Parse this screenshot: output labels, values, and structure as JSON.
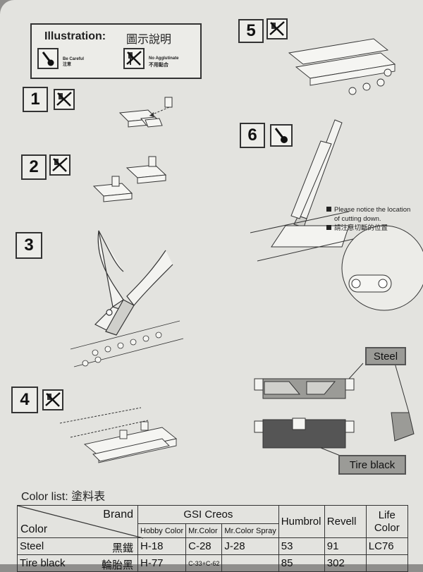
{
  "legend": {
    "title": "Illustration:",
    "title_cn": "圖示說明",
    "careful_en": "Be Careful",
    "careful_cn": "注意",
    "noglue_en": "No Agglutinate",
    "noglue_cn": "不用黏合"
  },
  "steps": [
    {
      "number": "1",
      "icon": "no-glue-icon"
    },
    {
      "number": "2",
      "icon": "no-glue-icon"
    },
    {
      "number": "3",
      "icon": ""
    },
    {
      "number": "4",
      "icon": "no-glue-icon"
    },
    {
      "number": "5",
      "icon": "no-glue-icon"
    },
    {
      "number": "6",
      "icon": "be-careful-icon"
    }
  ],
  "notice": {
    "line1": "Please notice the location",
    "line2": "of cutting down.",
    "line_cn": "請注意切斷的位置"
  },
  "callouts": {
    "steel": "Steel",
    "tire_black": "Tire black"
  },
  "color_list": {
    "title": "Color list:",
    "title_cn": "塗料表",
    "header_brand": "Brand",
    "header_color": "Color",
    "header_gsi": "GSI Creos",
    "sub_hobby": "Hobby Color",
    "sub_mrcolor": "Mr.Color",
    "sub_spray": "Mr.Color Spray",
    "header_humbrol": "Humbrol",
    "header_revell": "Revell",
    "header_life1": "Life",
    "header_life2": "Color",
    "rows": [
      {
        "name": "Steel",
        "name_cn": "黑鐵",
        "hobby": "H-18",
        "mrcolor": "C-28",
        "spray": "J-28",
        "humbrol": "53",
        "revell": "91",
        "life": "LC76"
      },
      {
        "name": "Tire black",
        "name_cn": "輪胎黑",
        "hobby": "H-77",
        "mrcolor": "C-33+C-62",
        "spray": "",
        "humbrol": "85",
        "revell": "302",
        "life": ""
      }
    ]
  },
  "colors": {
    "sheet": "#e3e3df",
    "background": "#8f8e8c",
    "ink": "#222222",
    "tire_black": "#555555",
    "steel": "#9b9b97"
  }
}
